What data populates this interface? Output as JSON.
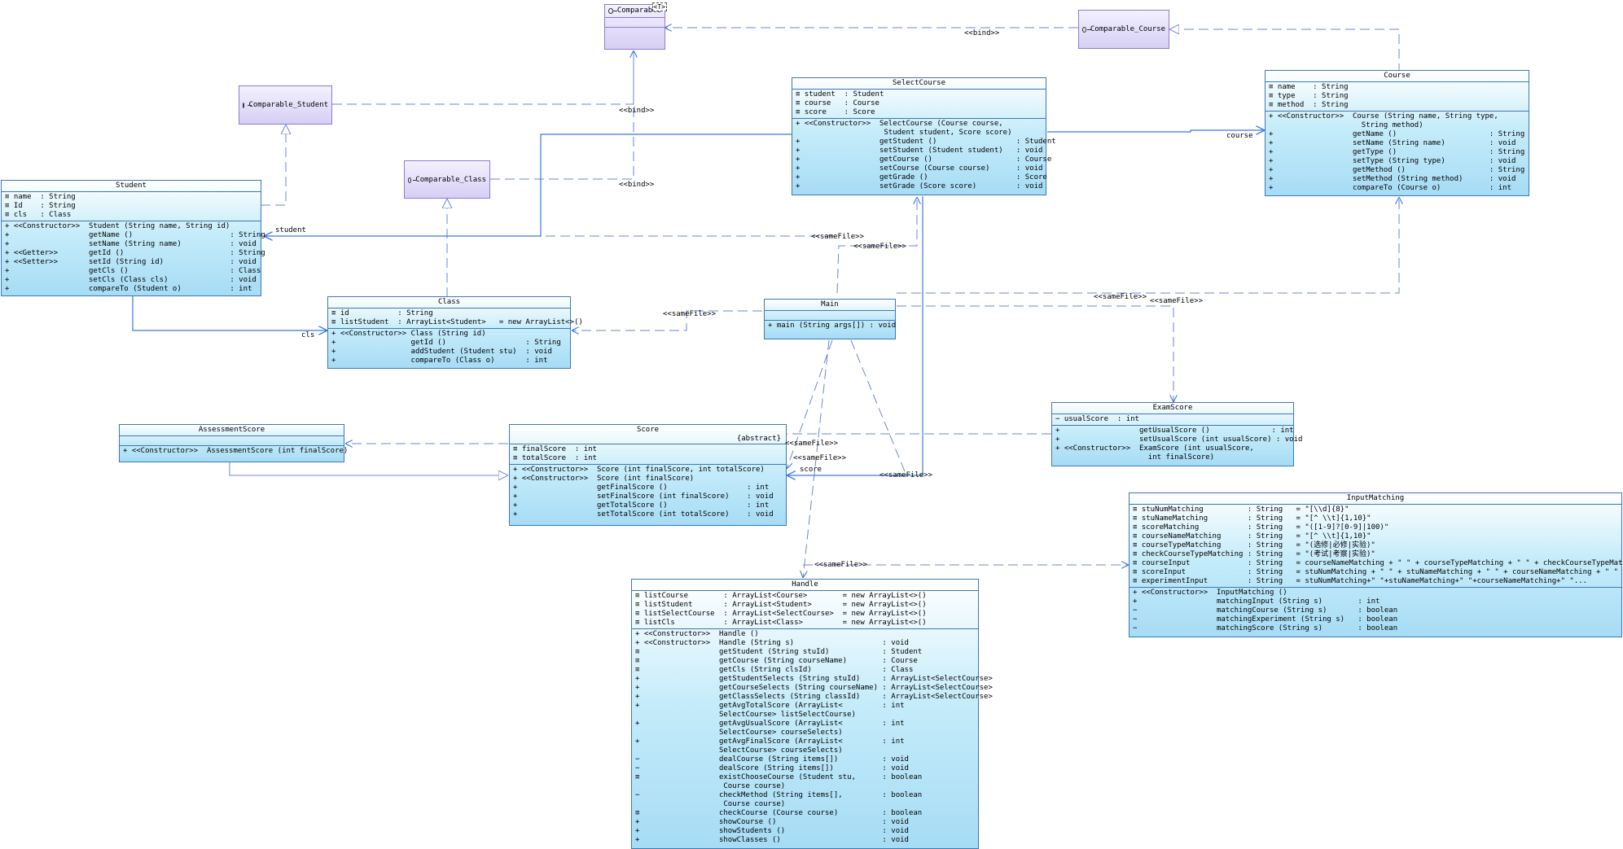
{
  "classes": {
    "student": {
      "name": "Student",
      "attributes": "≡ name  : String\n≡ Id    : String\n≡ cls   : Class",
      "operations": "+ <<Constructor>>  Student (String name, String id)\n+                  getName ()                      : String\n+                  setName (String name)           : void\n+ <<Getter>>       getId ()                        : String\n+ <<Setter>>       setId (String id)               : void\n+                  getCls ()                       : Class\n+                  setCls (Class cls)              : void\n+                  compareTo (Student o)           : int"
    },
    "class": {
      "name": "Class",
      "attributes": "≡ id           : String\n≡ listStudent  : ArrayList<Student>   = new ArrayList<>()",
      "operations": "+ <<Constructor>> Class (String id)\n+                 getId ()                  : String\n+                 addStudent (Student stu)  : void\n+                 compareTo (Class o)       : int"
    },
    "selectcourse": {
      "name": "SelectCourse",
      "attributes": "≡ student  : Student\n≡ course   : Course\n≡ score    : Score",
      "operations": "+ <<Constructor>>  SelectCourse (Course course,\n                    Student student, Score score)\n+                  getStudent ()                  : Student\n+                  setStudent (Student student)   : void\n+                  getCourse ()                   : Course\n+                  setCourse (Course course)      : void\n+                  getGrade ()                    : Score\n+                  setGrade (Score score)         : void"
    },
    "course": {
      "name": "Course",
      "attributes": "≡ name    : String\n≡ type    : String\n≡ method  : String",
      "operations": "+ <<Constructor>>  Course (String name, String type,\n                     String method)\n+                  getName ()                     : String\n+                  setName (String name)          : void\n+                  getType ()                     : String\n+                  setType (String type)          : void\n+                  getMethod ()                   : String\n+                  setMethod (String method)      : void\n+                  compareTo (Course o)           : int"
    },
    "main": {
      "name": "Main",
      "attributes": "",
      "operations": "+ main (String args[]) : void"
    },
    "examscore": {
      "name": "ExamScore",
      "attributes": "− usualScore  : int",
      "operations": "+                  getUsualScore ()              : int\n+                  setUsualScore (int usualScore) : void\n+ <<Constructor>>  ExamScore (int usualScore,\n                     int finalScore)"
    },
    "assessmentscore": {
      "name": "AssessmentScore",
      "attributes": "",
      "operations": "+ <<Constructor>>  AssessmentScore (int finalScore)"
    },
    "score": {
      "name": "Score",
      "stereotype": "{abstract}",
      "attributes": "≡ finalScore  : int\n≡ totalScore  : int",
      "operations": "+ <<Constructor>>  Score (int finalScore, int totalScore)\n+ <<Constructor>>  Score (int finalScore)\n+                  getFinalScore ()                  : int\n+                  setFinalScore (int finalScore)    : void\n+                  getTotalScore ()                  : int\n+                  setTotalScore (int totalScore)    : void"
    },
    "inputmatching": {
      "name": "InputMatching",
      "attributes": "≡ stuNumMatching          : String   = \"[\\\\d]{8}\"\n≡ stuNameMatching         : String   = \"[^ \\\\t]{1,10}\"\n≡ scoreMatching           : String   = \"([1-9]?[0-9]|100)\"\n≡ courseNameMatching      : String   = \"[^ \\\\t]{1,10}\"\n≡ courseTypeMatching      : String   = \"(选修|必修|实验)\"\n≡ checkCourseTypeMatching : String   = \"(考试|考察|实验)\"\n≡ courseInput             : String   = courseNameMatching + \" \" + courseTypeMatching + \" \" + checkCourseTypeMatching\n≡ scoreInput              : String   = stuNumMatching + \" \" + stuNameMatching + \" \" + courseNameMatching + \" \" +...\n≡ experimentInput         : String   = stuNumMatching+\" \"+stuNameMatching+\" \"+courseNameMatching+\" \"...",
      "operations": "+ <<Constructor>>  InputMatching ()\n+                  matchingInput (String s)        : int\n−                  matchingCourse (String s)       : boolean\n−                  matchingExperiment (String s)   : boolean\n−                  matchingScore (String s)        : boolean"
    },
    "handle": {
      "name": "Handle",
      "attributes": "≡ listCourse        : ArrayList<Course>        = new ArrayList<>()\n≡ listStudent       : ArrayList<Student>       = new ArrayList<>()\n≡ listSelectCourse  : ArrayList<SelectCourse>  = new ArrayList<>()\n≡ listCls           : ArrayList<Class>         = new ArrayList<>()",
      "operations": "+ <<Constructor>>  Handle ()\n+ <<Constructor>>  Handle (String s)                    : void\n≡                  getStudent (String stuId)            : Student\n≡                  getCourse (String courseName)        : Course\n≡                  getCls (String clsId)                : Class\n+                  getStudentSelects (String stuId)     : ArrayList<SelectCourse>\n+                  getCourseSelects (String courseName) : ArrayList<SelectCourse>\n+                  getClassSelects (String classId)     : ArrayList<SelectCourse>\n+                  getAvgTotalScore (ArrayList<         : int\n                   SelectCourse> listSelectCourse)\n+                  getAvgUsualScore (ArrayList<         : int\n                   SelectCourse> courseSelects)\n+                  getAvgFinalScore (ArrayList<         : int\n                   SelectCourse> courseSelects)\n−                  dealCourse (String items[])          : void\n−                  dealScore (String items[])           : void\n≡                  existChooseCourse (Student stu,      : boolean\n                    Course course)\n−                  checkMethod (String items[],         : boolean\n                    Course course)\n≡                  checkCourse (Course course)          : boolean\n+                  showCourse ()                        : void\n+                  showStudents ()                      : void\n+                  showClasses ()                       : void"
    }
  },
  "interfaces": {
    "comparable": {
      "name": "Comparable",
      "type_param": "<T>"
    },
    "comparable_course": {
      "name": "Comparable_Course"
    },
    "comparable_student": {
      "name": "Comparable_Student"
    },
    "comparable_class": {
      "name": "Comparable_Class"
    }
  },
  "labels": {
    "bind_course": "<<bind>>",
    "bind_student": "<<bind>>",
    "bind_class": "<<bind>>",
    "student_role": "student",
    "course_role": "course",
    "cls_role": "cls",
    "score_role": "score",
    "samefile_1": "<<sameFile>>",
    "samefile_2": "<<sameFile>>",
    "samefile_3": "<<sameFile>>",
    "samefile_4": "<<sameFile>>",
    "samefile_5": "<<sameFile>>",
    "samefile_6": "<<sameFile>>",
    "samefile_7": "<<sameFile>>",
    "samefile_8": "<<sameFile>>",
    "samefile_9": "<<sameFile>>"
  },
  "colors": {
    "line": "#3a78e0",
    "dashed_line": "#6e86d8",
    "class_border": "#3c78b8",
    "interface_border": "#8f7ad0"
  }
}
